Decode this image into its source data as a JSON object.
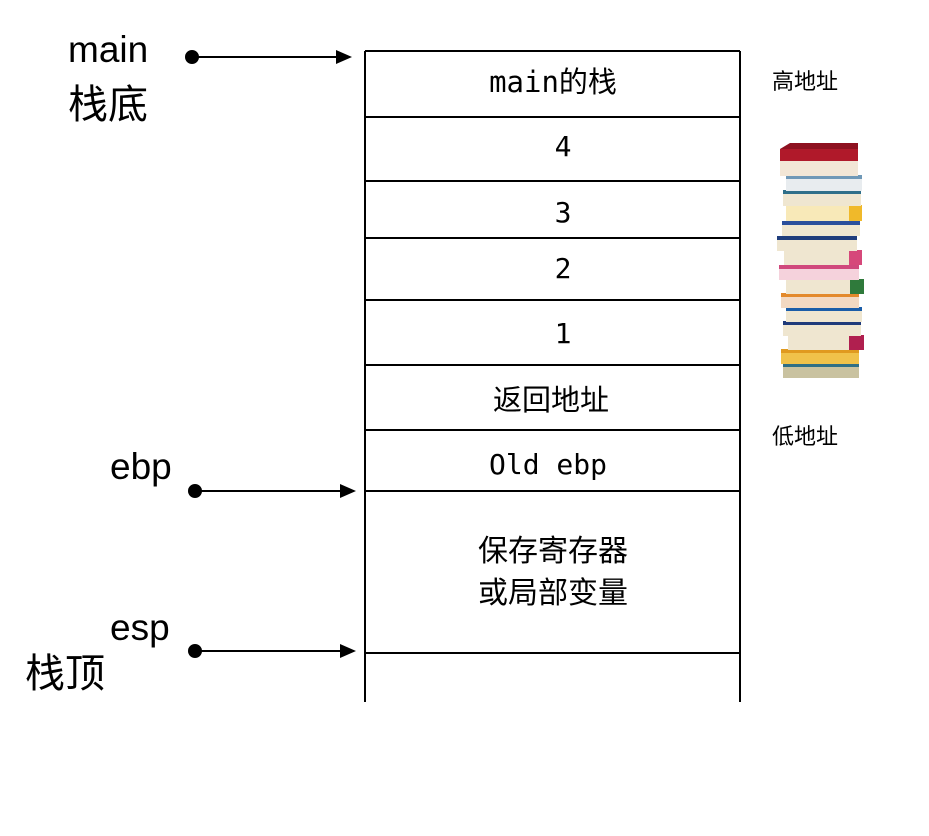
{
  "pointers": {
    "main": {
      "name": "main",
      "sub": "栈底"
    },
    "ebp": {
      "name": "ebp"
    },
    "esp": {
      "name": "esp",
      "sub": "栈顶"
    }
  },
  "stack_cells": [
    {
      "label": "main的栈"
    },
    {
      "label": "4"
    },
    {
      "label": "3"
    },
    {
      "label": "2"
    },
    {
      "label": "1"
    },
    {
      "label": "返回地址"
    },
    {
      "label": "Old ebp"
    },
    {
      "label": "保存寄存器",
      "label2": "或局部变量"
    }
  ],
  "address_labels": {
    "high": "高地址",
    "low": "低地址"
  },
  "icons": {
    "books": "stack-of-books-icon"
  },
  "colors": {
    "line": "#000000",
    "background": "#ffffff"
  }
}
